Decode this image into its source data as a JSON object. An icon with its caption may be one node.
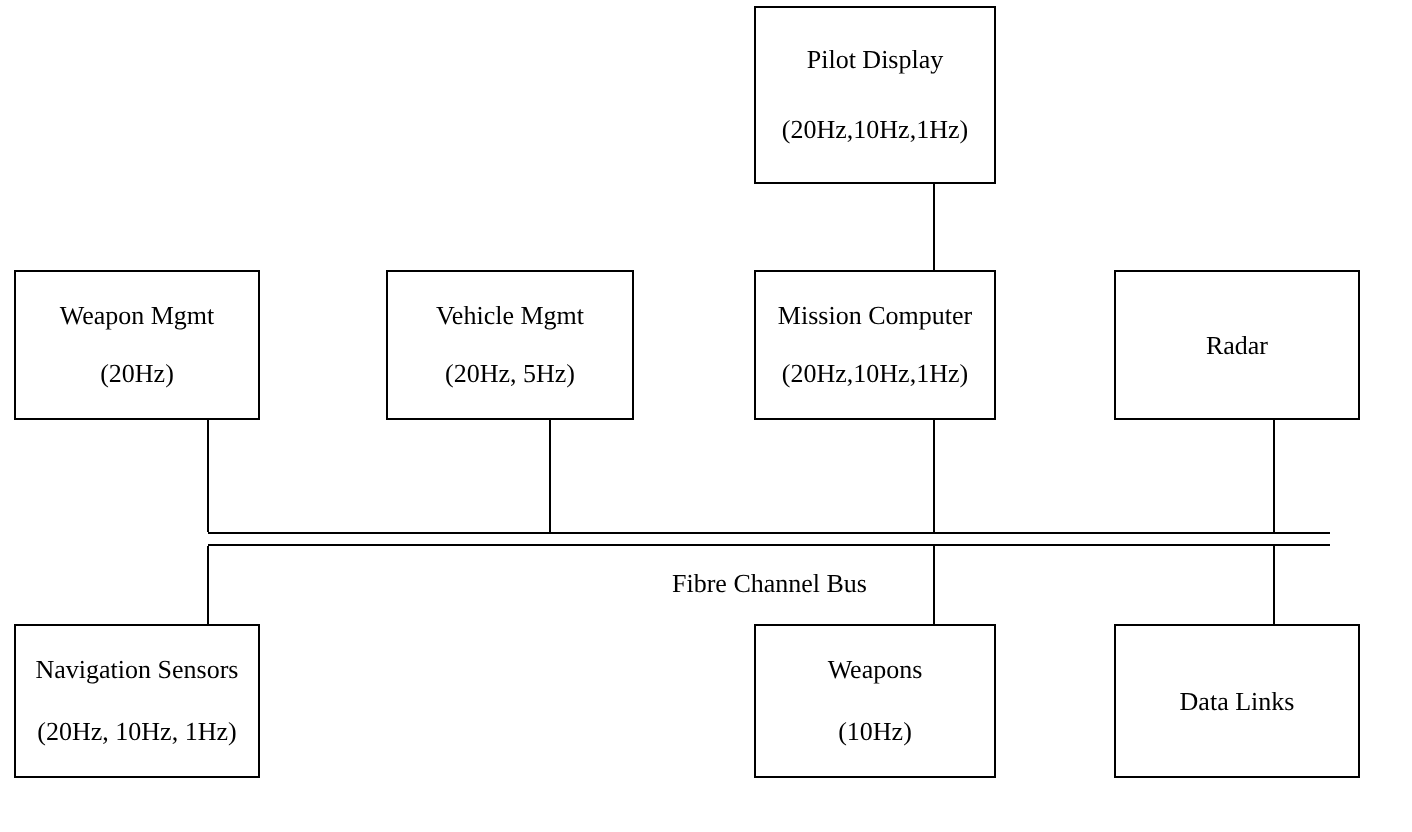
{
  "diagram": {
    "nodes": [
      {
        "text": [
          "Pilot Display",
          "(20Hz,10Hz,1Hz)"
        ]
      },
      {
        "text": [
          "Weapon Mgmt",
          "(20Hz)"
        ]
      },
      {
        "text": [
          "Vehicle Mgmt",
          "(20Hz, 5Hz)"
        ]
      },
      {
        "text": [
          "Mission Computer",
          "(20Hz,10Hz,1Hz)"
        ]
      },
      {
        "text": [
          "Radar"
        ]
      },
      {
        "text": [],
        "shape": "bar",
        "beside": [
          "Fibre Channel Bus"
        ]
      },
      {
        "text": [
          "Navigation Sensors",
          "(20Hz, 10Hz, 1Hz)"
        ]
      },
      {
        "text": [
          "Weapons",
          "(10Hz)"
        ]
      },
      {
        "text": [
          "Data Links"
        ]
      }
    ],
    "edges": [
      {
        "from": 0,
        "to": 3,
        "arrow": "none"
      },
      {
        "from": 1,
        "to": 5,
        "arrow": "none"
      },
      {
        "from": 2,
        "to": 5,
        "arrow": "none"
      },
      {
        "from": 3,
        "to": 5,
        "arrow": "none"
      },
      {
        "from": 4,
        "to": 5,
        "arrow": "none"
      },
      {
        "from": 5,
        "to": 6,
        "arrow": "none"
      },
      {
        "from": 5,
        "to": 7,
        "arrow": "none"
      },
      {
        "from": 5,
        "to": 8,
        "arrow": "none"
      }
    ]
  }
}
